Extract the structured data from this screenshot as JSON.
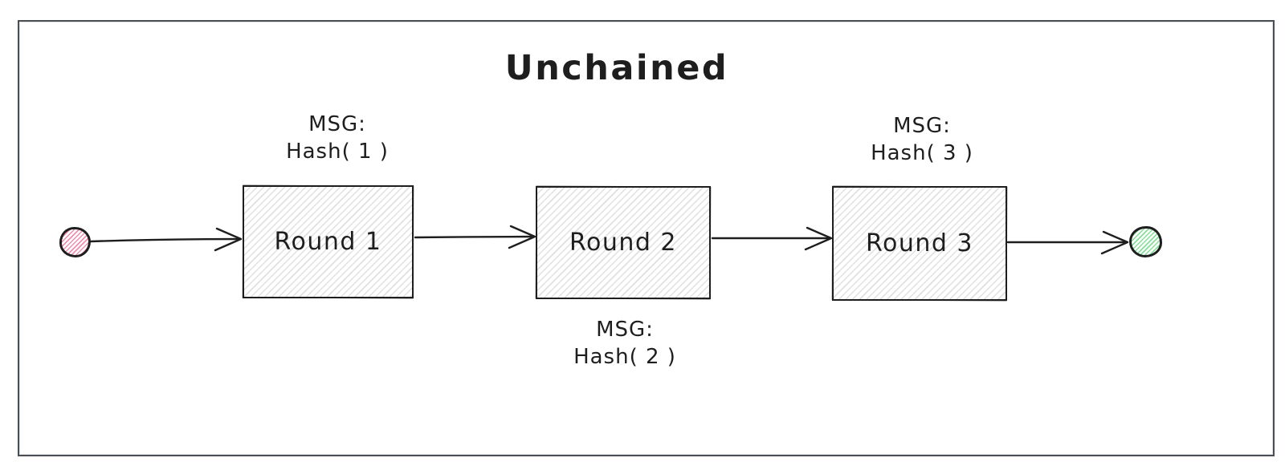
{
  "diagram": {
    "title": "Unchained",
    "nodes": [
      {
        "id": "round-1",
        "label": "Round 1"
      },
      {
        "id": "round-2",
        "label": "Round 2"
      },
      {
        "id": "round-3",
        "label": "Round 3"
      }
    ],
    "annotations": [
      {
        "for": "round-1",
        "position": "above",
        "line1": "MSG:",
        "line2": "Hash( 1 )"
      },
      {
        "for": "round-2",
        "position": "below",
        "line1": "MSG:",
        "line2": "Hash( 2 )"
      },
      {
        "for": "round-3",
        "position": "above",
        "line1": "MSG:",
        "line2": "Hash( 3 )"
      }
    ],
    "edges": [
      {
        "from": "start-terminal",
        "to": "round-1"
      },
      {
        "from": "round-1",
        "to": "round-2"
      },
      {
        "from": "round-2",
        "to": "round-3"
      },
      {
        "from": "round-3",
        "to": "end-terminal"
      }
    ],
    "colors": {
      "ink": "#1e1e1e",
      "frame": "#4a4e55",
      "start_terminal": "#e64980",
      "end_terminal": "#69db7c"
    }
  }
}
